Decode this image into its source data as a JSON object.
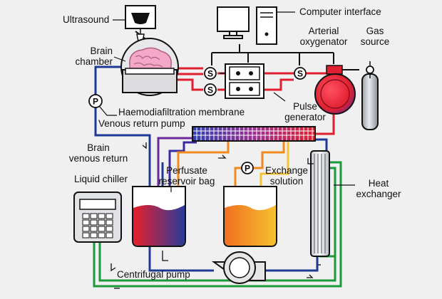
{
  "diagram": {
    "labels": {
      "ultrasound": "Ultrasound",
      "computer_interface": "Computer interface",
      "brain_chamber": "Brain\nchamber",
      "arterial_oxygenator": "Arterial\noxygenator",
      "gas_source": "Gas\nsource",
      "haemodiafiltration_membrane": "Haemodiafiltration membrane",
      "pulse_generator": "Pulse\ngenerator",
      "venous_return_pump": "Venous return pump",
      "brain_venous_return": "Brain\nvenous return",
      "perfusate_reservoir_bag": "Perfusate\nreservoir bag",
      "exchange_solution": "Exchange\nsolution",
      "heat_exchanger": "Heat\nexchanger",
      "liquid_chiller": "Liquid chiller",
      "centrifugal_pump": "Centrifugal pump"
    },
    "symbols": {
      "pump": "P",
      "sensor": "S"
    },
    "colors": {
      "arterial": "#e8202a",
      "venous": "#1f3a93",
      "cooling": "#1a9a3a",
      "exchange_orange": "#f08a1e",
      "exchange_yellow": "#f4c430",
      "outline": "#111111",
      "background": "#f0f0f0"
    }
  }
}
